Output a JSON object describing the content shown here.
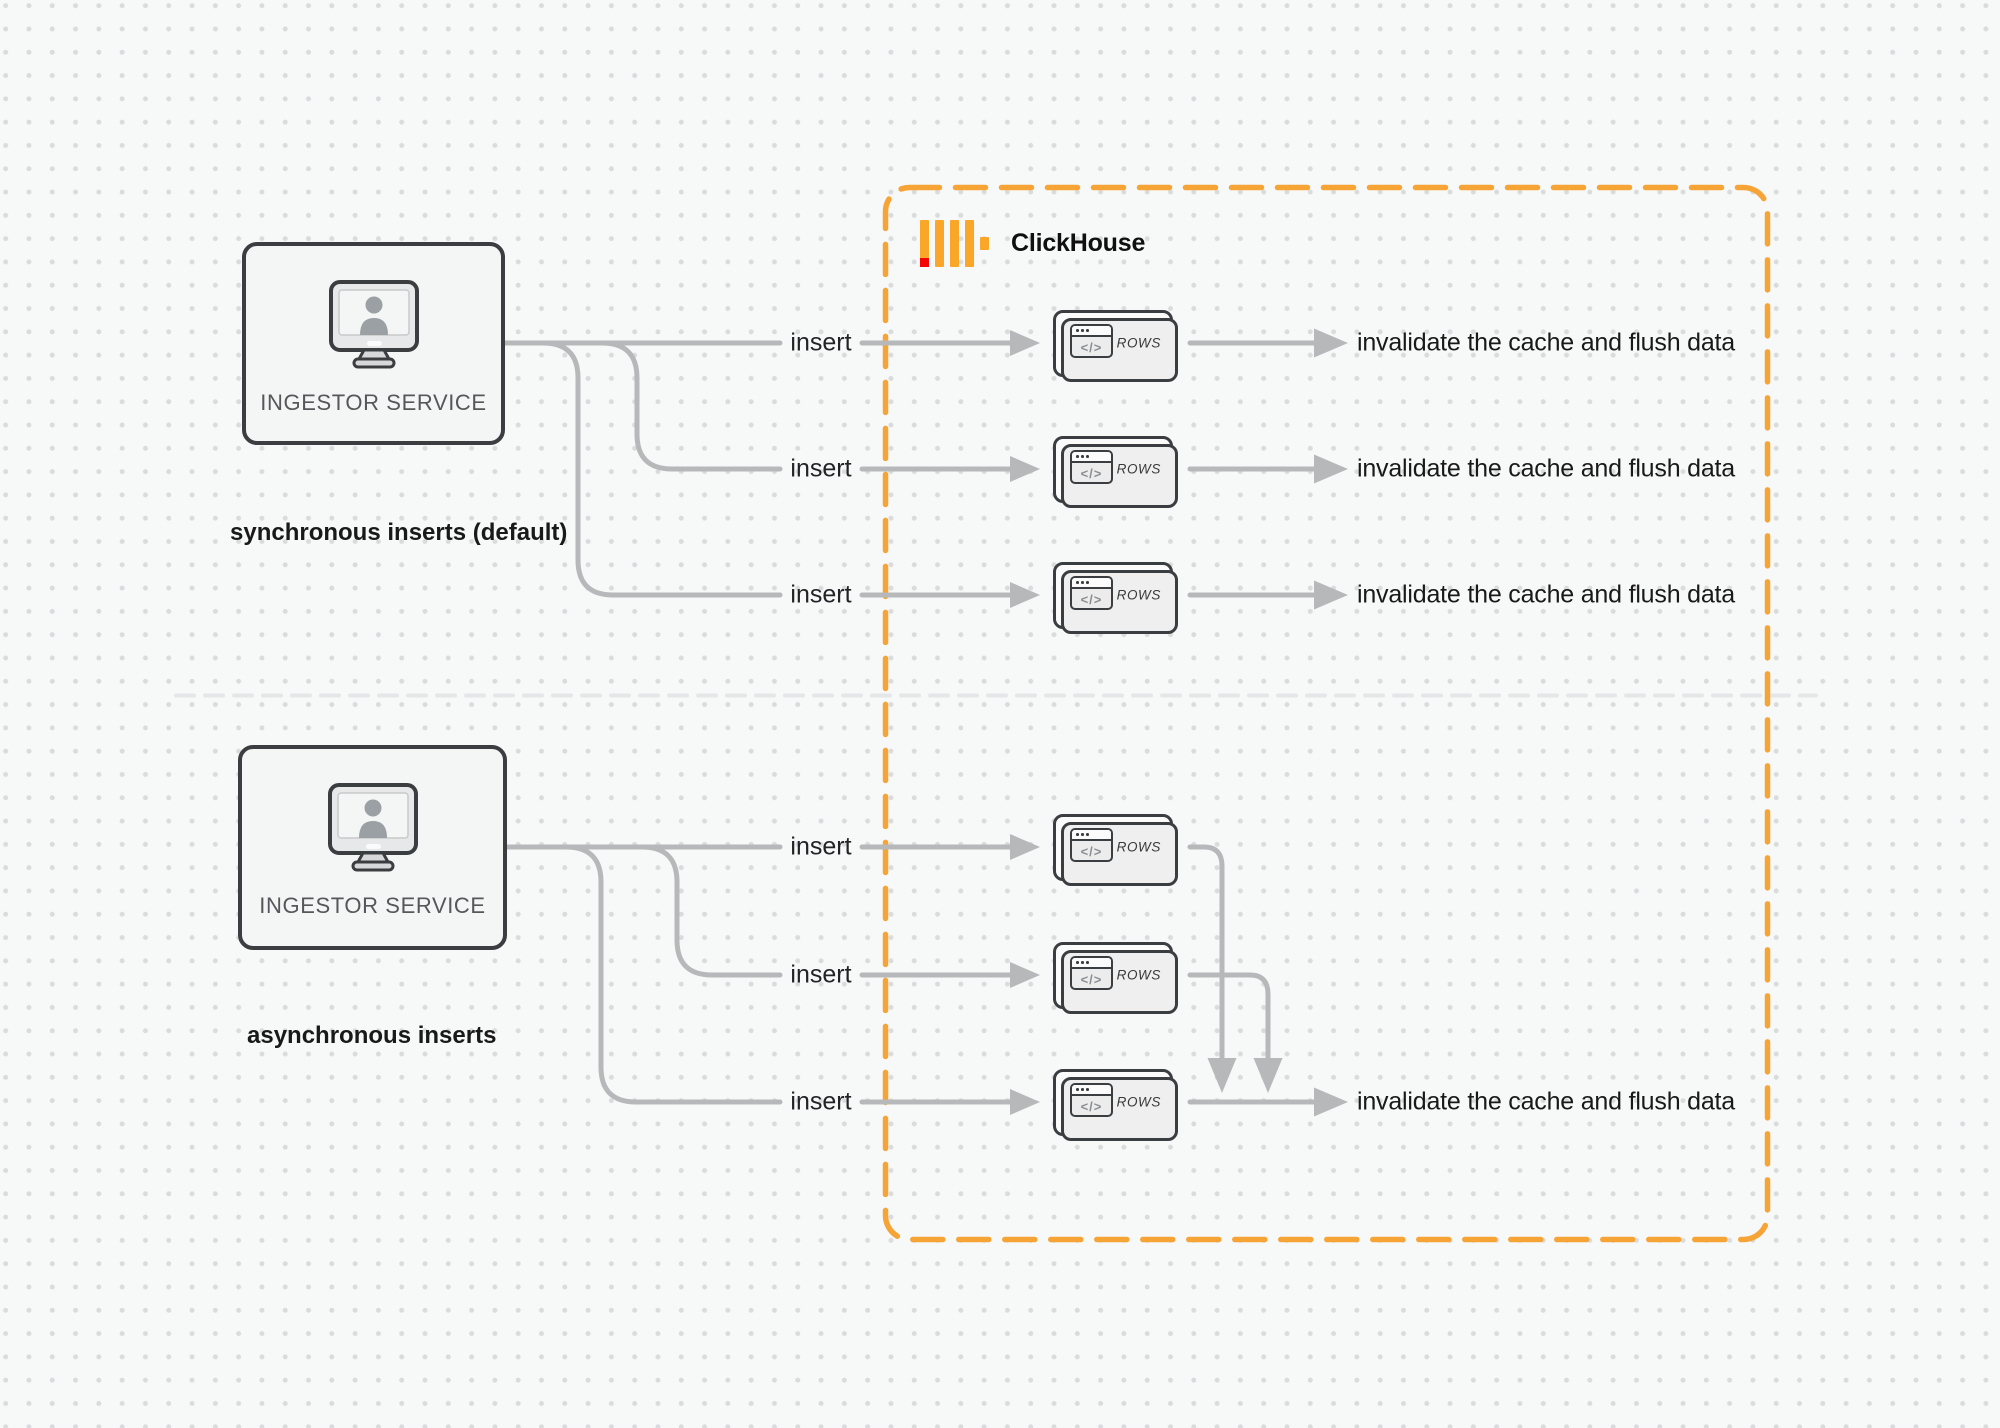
{
  "diagram": {
    "logo": {
      "name": "ClickHouse"
    },
    "sections": [
      {
        "name": "synchronous",
        "source_label": "INGESTOR SERVICE",
        "caption": "synchronous inserts (default)"
      },
      {
        "name": "asynchronous",
        "source_label": "INGESTOR SERVICE",
        "caption": "asynchronous inserts"
      }
    ],
    "labels": {
      "insert": "insert",
      "invalidate": "invalidate the cache and flush data",
      "rows": "ROWS",
      "code_glyph": "</>"
    },
    "colors": {
      "accent_orange": "#F7A436",
      "arrow_gray": "#b7b8ba",
      "node_border": "#3b3e40",
      "node_fill": "#f4f5f5",
      "card_fill": "#fbfbfb",
      "logo_amber": "#FAA629",
      "logo_red": "#f50400",
      "divider": "#e5e6e8",
      "text_dark": "#191919",
      "muted_text": "#55585a",
      "dot_grid": "#d9dbdc"
    }
  }
}
